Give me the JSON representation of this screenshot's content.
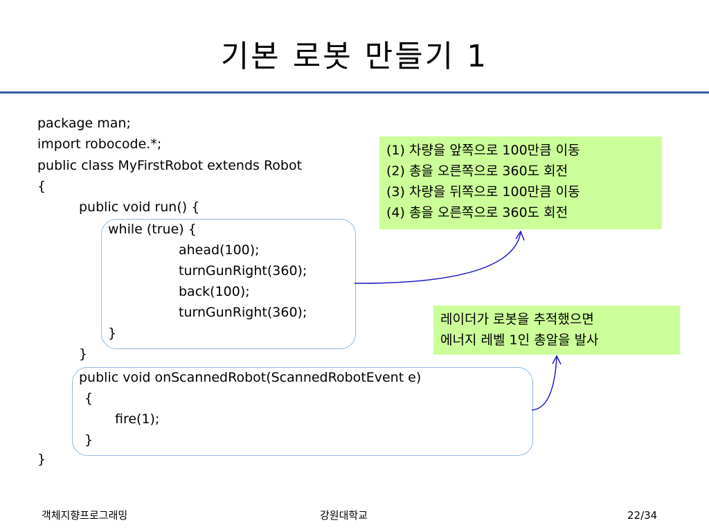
{
  "slide": {
    "title": "기본 로봇 만들기 1"
  },
  "code": {
    "line1": "package man;",
    "line2": "import robocode.*;",
    "line3": "public class MyFirstRobot extends Robot",
    "line4": "{",
    "line5": "public void run() {",
    "line6": "while (true) {",
    "line7": "ahead(100);",
    "line8": "turnGunRight(360);",
    "line9": "back(100);",
    "line10": "turnGunRight(360);",
    "line11": "}",
    "line12": "}",
    "line13": "public void onScannedRobot(ScannedRobotEvent e)",
    "line14": "{",
    "line15": "fire(1);",
    "line16": "}",
    "line17": "}"
  },
  "notes": {
    "run_steps": [
      "(1) 차량을 앞쪽으로 100만큼 이동",
      "(2) 총을 오른쪽으로 360도 회전",
      "(3) 차량을 뒤쪽으로 100만큼 이동",
      "(4) 총을 오른쪽으로 360도 회전"
    ],
    "scan_note": [
      "레이더가 로봇을 추적했으면",
      "에너지 레벨 1인 총알을 발사"
    ]
  },
  "footer": {
    "course": "객체지향프로그래밍",
    "school": "강원대학교",
    "page": "22/34"
  },
  "colors": {
    "title_rule": "#2e5e9e",
    "note_bg": "#ccff99",
    "box_border": "#8fb8e0",
    "arrow": "#1a1acc"
  }
}
